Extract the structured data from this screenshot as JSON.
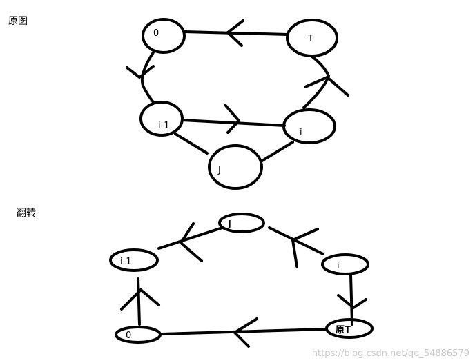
{
  "labels": {
    "original": "原图",
    "flipped": "翻转"
  },
  "top_graph": {
    "nodes": {
      "zero": "0",
      "T": "T",
      "i_minus_1": "i-1",
      "i": "i",
      "J": "J"
    }
  },
  "bottom_graph": {
    "nodes": {
      "J": "J",
      "i_minus_1": "i-1",
      "i": "i",
      "zero": "0",
      "orig_T": "原T"
    }
  },
  "watermark": "https://blog.csdn.net/qq_54886579",
  "colors": {
    "ink": "#000000",
    "background": "#ffffff",
    "watermark": "#c8c8c8"
  }
}
